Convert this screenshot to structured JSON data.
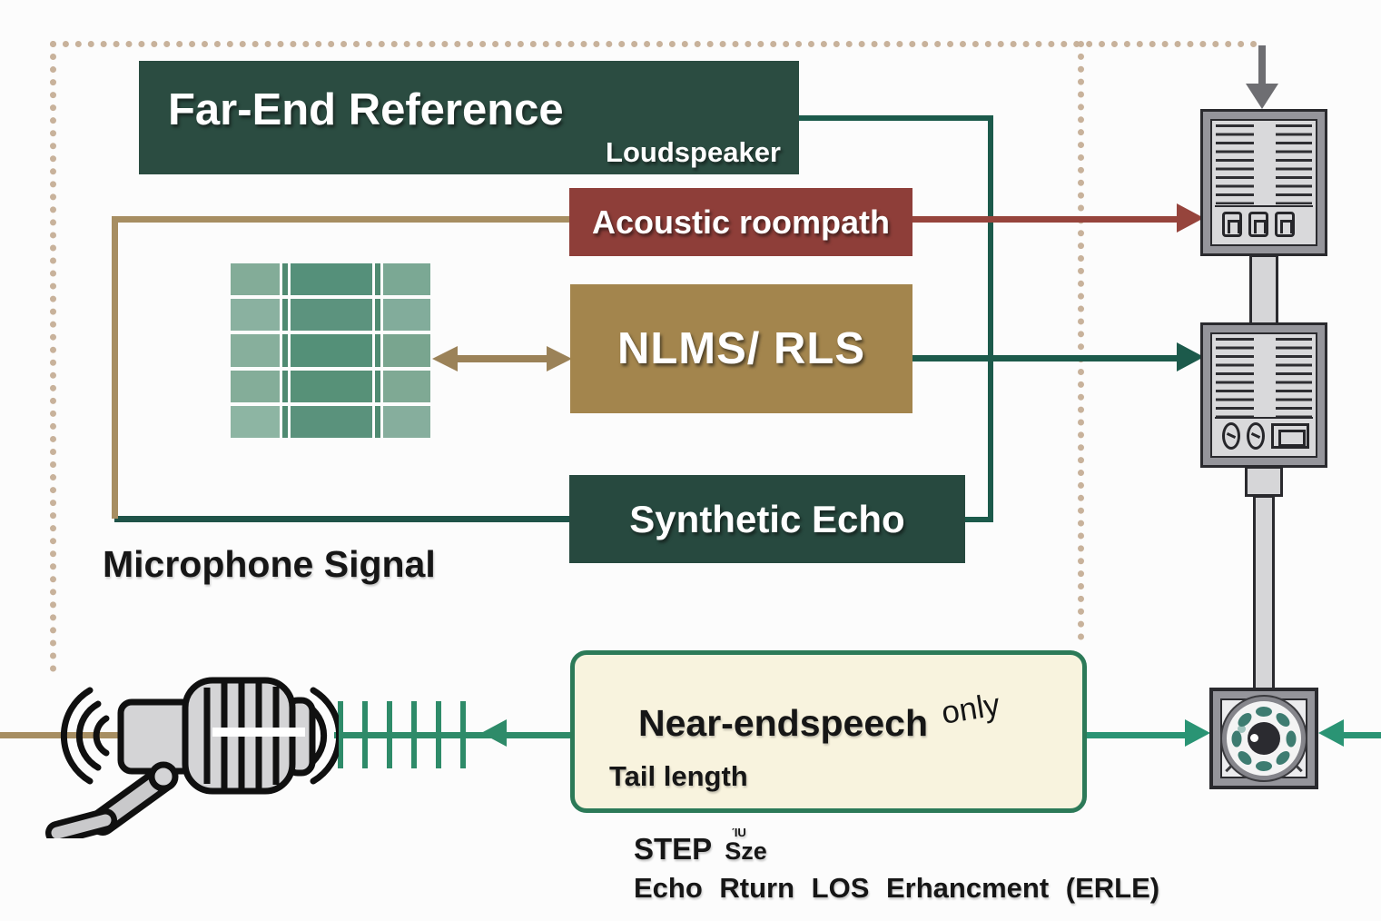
{
  "far_end_box": {
    "title": "Far-End Reference",
    "subtitle": "Loudspeaker"
  },
  "acoustic_box": {
    "label": "Acoustic roompath"
  },
  "adaptive_filter_box": {
    "label": "NLMS/ RLS"
  },
  "synthetic_echo_box": {
    "label": "Synthetic Echo"
  },
  "microphone_signal_label": "Microphone Signal",
  "near_end_box": {
    "title": "Near-endspeech",
    "annotation": "only",
    "subtitle": "Tail length"
  },
  "footer": {
    "step_label": "STEP",
    "step_size": "Sze",
    "step_size_mark": "ΊU",
    "erle_line": "Echo Rturn LOS Erhancment (ERLE)"
  },
  "colors": {
    "dark_green_box": "#2b4c41",
    "maroon_box": "#8e3e39",
    "gold_box": "#a3854d",
    "teal_line": "#1c5a4b",
    "bright_green": "#2a9474",
    "tan_line": "#a78e62",
    "dotted_frame": "#c8b29b",
    "near_end_fill": "#f8f3de",
    "near_end_border": "#2c7a58",
    "device_gray": "#95959b"
  },
  "weight_grid": {
    "rows": 5,
    "sliver_color": "#4f8a71",
    "cell_colors": [
      [
        "#83ac98",
        "#55907a",
        "#7ba894"
      ],
      [
        "#8ab1a0",
        "#5c937e",
        "#82ac9b"
      ],
      [
        "#87af9c",
        "#549078",
        "#79a58f"
      ],
      [
        "#84ad99",
        "#579178",
        "#7fa994"
      ],
      [
        "#8db5a3",
        "#5a927c",
        "#86ae9d"
      ]
    ]
  },
  "speaker_grille": {
    "hole_count": 8,
    "hole_color": "#3e7c71"
  },
  "comb": {
    "tick_count": 6
  }
}
